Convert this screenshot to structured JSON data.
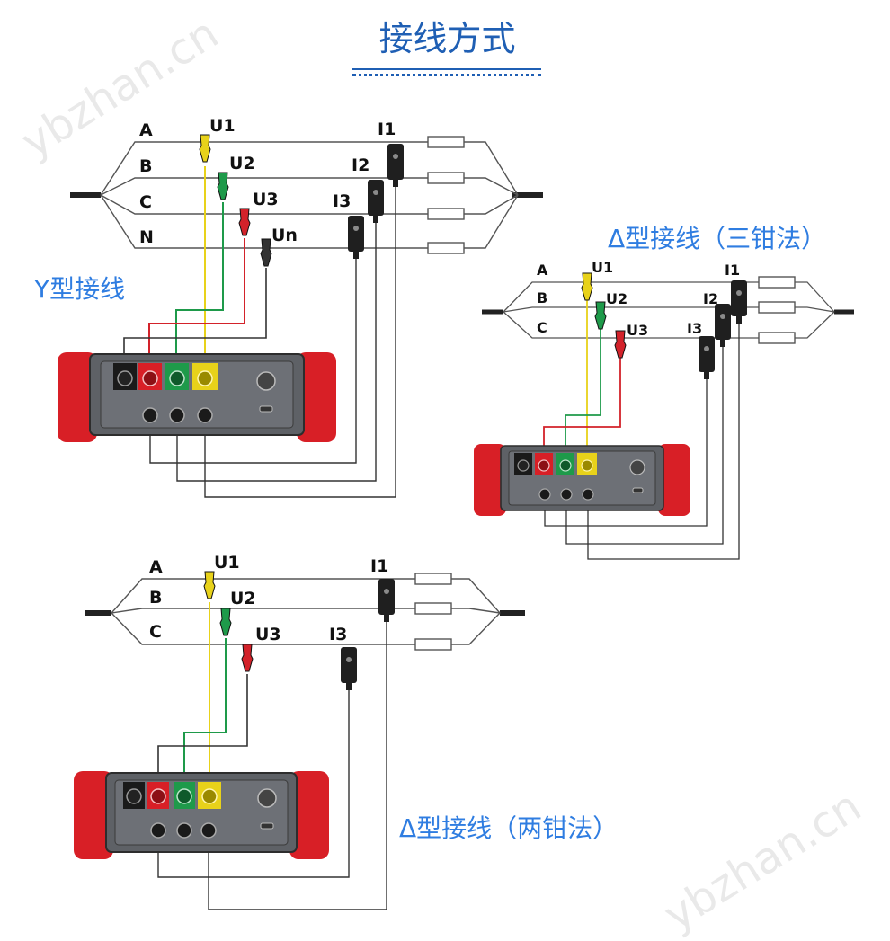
{
  "title": "接线方式",
  "watermarks": [
    "ybzhan.cn",
    "ybzhan.cn"
  ],
  "colors": {
    "title": "#1f5fb4",
    "caption": "#2f7de1",
    "u1_yellow": "#e8d21a",
    "u2_green": "#1e9a4a",
    "u3_red": "#d3222a",
    "un_black": "#222222",
    "device_red": "#d81f26",
    "device_body": "#5e6166"
  },
  "diagrams": {
    "y": {
      "caption": "Y型接线",
      "phases": [
        "A",
        "B",
        "C",
        "N"
      ],
      "voltage_labels": [
        "U1",
        "U2",
        "U3",
        "Un"
      ],
      "current_labels": [
        "I1",
        "I2",
        "I3"
      ]
    },
    "delta3": {
      "caption": "Δ型接线（三钳法）",
      "phases": [
        "A",
        "B",
        "C"
      ],
      "voltage_labels": [
        "U1",
        "U2",
        "U3"
      ],
      "current_labels": [
        "I1",
        "I2",
        "I3"
      ]
    },
    "delta2": {
      "caption": "Δ型接线（两钳法）",
      "phases": [
        "A",
        "B",
        "C"
      ],
      "voltage_labels": [
        "U1",
        "U2",
        "U3"
      ],
      "current_labels": [
        "I1",
        "I3"
      ]
    }
  }
}
